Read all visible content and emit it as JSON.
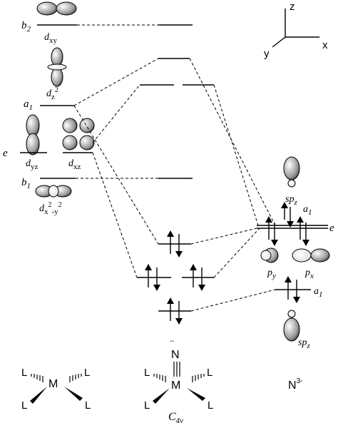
{
  "colors": {
    "ink": "#000000",
    "lobe_dark": "#8a8a8a",
    "lobe_light": "#ffffff"
  },
  "axes": {
    "z": "z",
    "x": "x",
    "y": "y"
  },
  "metal": {
    "b2": {
      "sym": "b",
      "sub": "2",
      "orb": "d",
      "orbsub": "xy"
    },
    "a1": {
      "sym": "a",
      "sub": "1",
      "orb": "d",
      "orbsub": "z",
      "sup": "2"
    },
    "e": {
      "sym": "e",
      "orb1": "d",
      "orb1sub": "yz",
      "orb2": "d",
      "orb2sub": "xz"
    },
    "b1": {
      "sym": "b",
      "sub": "1",
      "orb": "d",
      "orbsub1": "x",
      "sup1": "2",
      "dash": "-y",
      "sup2": "2"
    }
  },
  "ligand": {
    "spz_top": {
      "sym": "sp",
      "sub": "z"
    },
    "a1_upper": {
      "sym": "a",
      "sub": "1"
    },
    "e": {
      "sym": "e"
    },
    "py": {
      "sym": "p",
      "sub": "y"
    },
    "px": {
      "sym": "p",
      "sub": "x"
    },
    "a1_lower": {
      "sym": "a",
      "sub": "1"
    },
    "spz_bottom": {
      "sym": "sp",
      "sub": "z"
    }
  },
  "structures": {
    "ml4": {
      "M": "M",
      "L": "L"
    },
    "complex": {
      "N": "N",
      "M": "M",
      "L": "L",
      "triple": "≡",
      "dots": "¨",
      "label": "C",
      "label_sub": "4v"
    },
    "nitride": {
      "base": "N",
      "charge": "3-"
    }
  }
}
